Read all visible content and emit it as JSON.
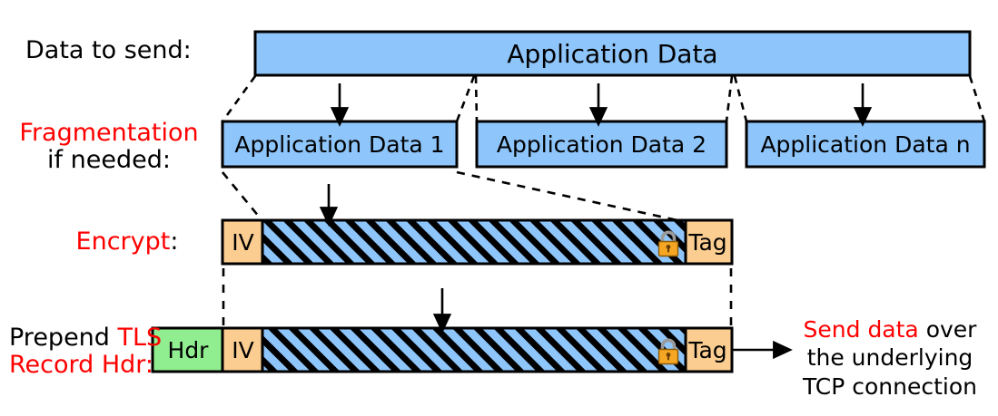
{
  "diagram": {
    "title": "TLS record protection pipeline",
    "colors": {
      "data_blue": "#8ec5fa",
      "hatch_blue": "#8ec5fa",
      "iv_tag_orange": "#fbcd91",
      "hdr_green": "#90ee90",
      "accent_red": "#ff0000",
      "text_black": "#000000",
      "outline": "#000000",
      "lock_body": "#f5a623",
      "lock_shackle": "#9a9a9a"
    },
    "rows": [
      {
        "id": "row-data-to-send",
        "label_lines": [
          {
            "segments": [
              {
                "text": "Data to send:",
                "color": "black"
              }
            ]
          }
        ],
        "boxes": [
          {
            "id": "application-data",
            "label": "Application Data",
            "fill": "data_blue"
          }
        ]
      },
      {
        "id": "row-fragmentation",
        "label_lines": [
          {
            "segments": [
              {
                "text": "Fragmentation",
                "color": "red"
              }
            ]
          },
          {
            "segments": [
              {
                "text": "if needed:",
                "color": "black"
              }
            ]
          }
        ],
        "boxes": [
          {
            "id": "application-data-1",
            "label": "Application Data 1",
            "fill": "data_blue"
          },
          {
            "id": "application-data-2",
            "label": "Application Data 2",
            "fill": "data_blue"
          },
          {
            "id": "application-data-n",
            "label": "Application Data n",
            "fill": "data_blue"
          }
        ]
      },
      {
        "id": "row-encrypt",
        "label_lines": [
          {
            "segments": [
              {
                "text": "Encrypt",
                "color": "red"
              },
              {
                "text": ":",
                "color": "black"
              }
            ]
          }
        ],
        "boxes": [
          {
            "id": "encrypt-iv",
            "label": "IV",
            "fill": "iv_tag_orange"
          },
          {
            "id": "encrypt-ciphertext",
            "label": "",
            "fill": "hatched"
          },
          {
            "id": "encrypt-tag",
            "label": "Tag",
            "fill": "iv_tag_orange"
          }
        ],
        "icons": [
          "lock-icon"
        ]
      },
      {
        "id": "row-prepend-record-header",
        "label_lines": [
          {
            "segments": [
              {
                "text": "Prepend ",
                "color": "black"
              },
              {
                "text": "TLS",
                "color": "red"
              }
            ]
          },
          {
            "segments": [
              {
                "text": "Record Hdr:",
                "color": "red"
              }
            ]
          }
        ],
        "boxes": [
          {
            "id": "record-hdr",
            "label": "Hdr",
            "fill": "hdr_green"
          },
          {
            "id": "record-iv",
            "label": "IV",
            "fill": "iv_tag_orange"
          },
          {
            "id": "record-ciphertext",
            "label": "",
            "fill": "hatched"
          },
          {
            "id": "record-tag",
            "label": "Tag",
            "fill": "iv_tag_orange"
          }
        ],
        "icons": [
          "lock-icon"
        ]
      }
    ],
    "send_note": {
      "lines": [
        {
          "segments": [
            {
              "text": "Send data",
              "color": "red"
            },
            {
              "text": " over",
              "color": "black"
            }
          ]
        },
        {
          "segments": [
            {
              "text": "the underlying",
              "color": "black"
            }
          ]
        },
        {
          "segments": [
            {
              "text": "TCP connection",
              "color": "black"
            }
          ]
        }
      ]
    },
    "annotations": {
      "down_arrow_count": 6,
      "right_arrow_count": 1,
      "dashed_connector_count": 10
    }
  }
}
